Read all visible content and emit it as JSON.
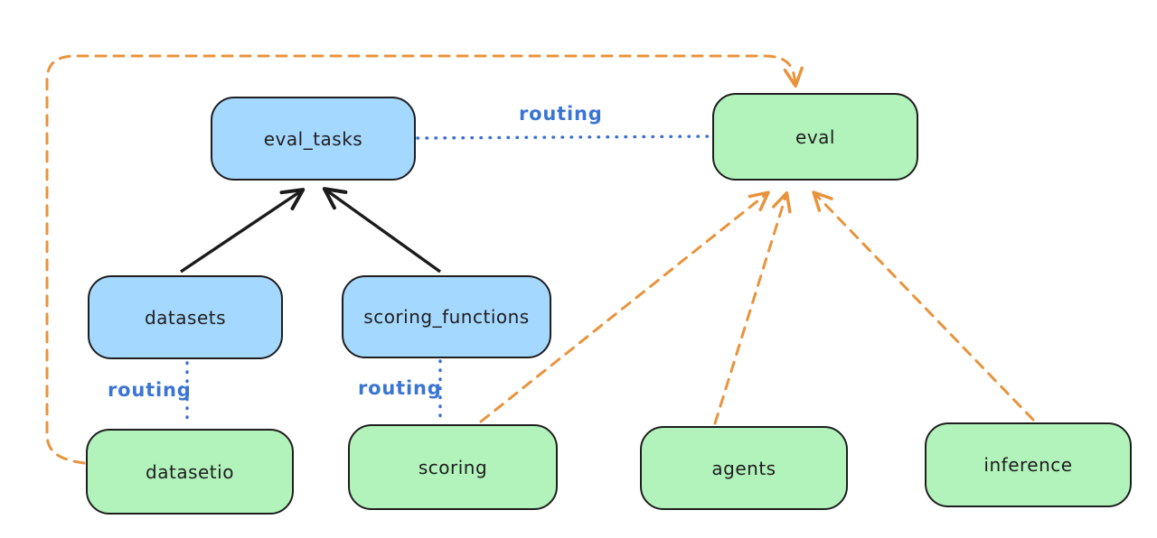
{
  "diagram": {
    "type": "hand-drawn architecture diagram (excalidraw style)",
    "nodes": [
      {
        "id": "eval_tasks",
        "label": "eval_tasks",
        "fill": "#a5d8ff"
      },
      {
        "id": "eval",
        "label": "eval",
        "fill": "#b2f2bb"
      },
      {
        "id": "datasets",
        "label": "datasets",
        "fill": "#a5d8ff"
      },
      {
        "id": "scoring_functions",
        "label": "scoring_functions",
        "fill": "#a5d8ff"
      },
      {
        "id": "datasetio",
        "label": "datasetio",
        "fill": "#b2f2bb"
      },
      {
        "id": "scoring",
        "label": "scoring",
        "fill": "#b2f2bb"
      },
      {
        "id": "agents",
        "label": "agents",
        "fill": "#b2f2bb"
      },
      {
        "id": "inference",
        "label": "inference",
        "fill": "#b2f2bb"
      }
    ],
    "edge_labels": [
      {
        "id": "routing-eval-tasks-eval",
        "text": "routing"
      },
      {
        "id": "routing-datasets-datasetio",
        "text": "routing"
      },
      {
        "id": "routing-scoring-functions-scoring",
        "text": "routing"
      }
    ],
    "edges": [
      {
        "from": "datasets",
        "to": "eval_tasks",
        "style": "solid black arrow"
      },
      {
        "from": "scoring_functions",
        "to": "eval_tasks",
        "style": "solid black arrow"
      },
      {
        "from": "eval_tasks",
        "to": "eval",
        "style": "dotted blue line",
        "label": "routing"
      },
      {
        "from": "datasets",
        "to": "datasetio",
        "style": "dotted blue line",
        "label": "routing"
      },
      {
        "from": "scoring_functions",
        "to": "scoring",
        "style": "dotted blue line",
        "label": "routing"
      },
      {
        "from": "datasetio",
        "to": "eval",
        "style": "dashed orange arrow (left loop over top)"
      },
      {
        "from": "scoring",
        "to": "eval",
        "style": "dashed orange arrow"
      },
      {
        "from": "agents",
        "to": "eval",
        "style": "dashed orange arrow"
      },
      {
        "from": "inference",
        "to": "eval",
        "style": "dashed orange arrow"
      }
    ],
    "colors": {
      "blue_fill": "#a5d8ff",
      "green_fill": "#b2f2bb",
      "node_border": "#1e1e1e",
      "routing_text_blue": "#3b75d3",
      "dotted_line_blue": "#3b6fd1",
      "dashed_orange": "#e8943d",
      "solid_black": "#1b1b1b",
      "background": "#ffffff"
    }
  }
}
